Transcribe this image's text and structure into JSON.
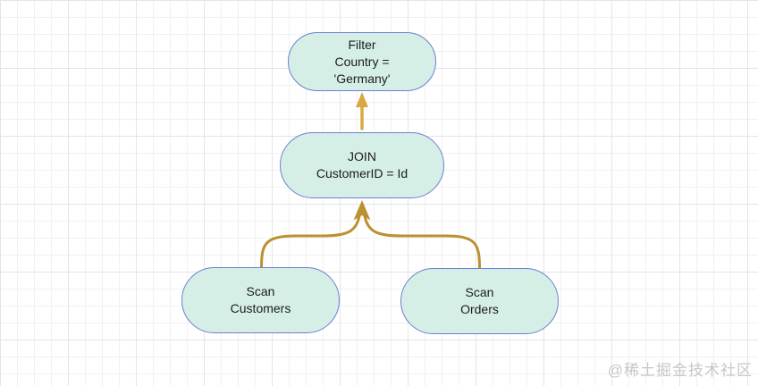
{
  "diagram": {
    "title": "query-plan-tree",
    "nodes": [
      {
        "id": "filter",
        "lines": [
          "Filter",
          "Country =",
          "'Germany'"
        ]
      },
      {
        "id": "join",
        "lines": [
          "JOIN",
          "CustomerID = Id"
        ]
      },
      {
        "id": "scan-customers",
        "lines": [
          "Scan",
          "Customers"
        ]
      },
      {
        "id": "scan-orders",
        "lines": [
          "Scan",
          "Orders"
        ]
      }
    ],
    "edges": [
      {
        "from": "join",
        "to": "filter"
      },
      {
        "from": "scan-customers",
        "to": "join"
      },
      {
        "from": "scan-orders",
        "to": "join"
      }
    ],
    "colors": {
      "node_fill": "#d5efe6",
      "node_border": "#6d7ed3",
      "edge_join_to_filter": "#d9a843",
      "edge_scans_to_join": "#bb9130",
      "node_text": "#1c1c1c",
      "grid_minor": "#f1f1f3",
      "grid_major": "#e4e4e7"
    }
  },
  "watermark": {
    "text": "@稀土掘金技术社区",
    "color": "#c7c7c7"
  }
}
